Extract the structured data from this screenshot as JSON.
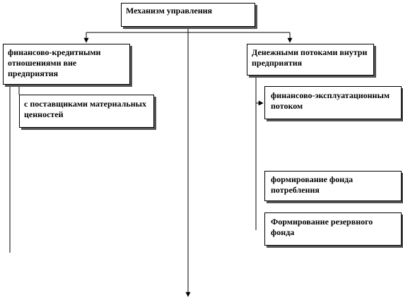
{
  "diagram": {
    "root": {
      "label": "Механизм управления"
    },
    "left_branch": {
      "label": "финансово-кредитными отношениями вне предприятия",
      "children": [
        {
          "label": "с поставщиками материальных ценностей"
        }
      ]
    },
    "right_branch": {
      "label": "Денежными потоками внутри предприятия",
      "children": [
        {
          "label": "финансово-эксплуатационным потоком"
        },
        {
          "label": "формирование фонда потребления"
        },
        {
          "label": "Формирование резервного фонда"
        }
      ]
    },
    "colors": {
      "line": "#000000",
      "shadow": "#555555",
      "background": "#ffffff"
    }
  }
}
